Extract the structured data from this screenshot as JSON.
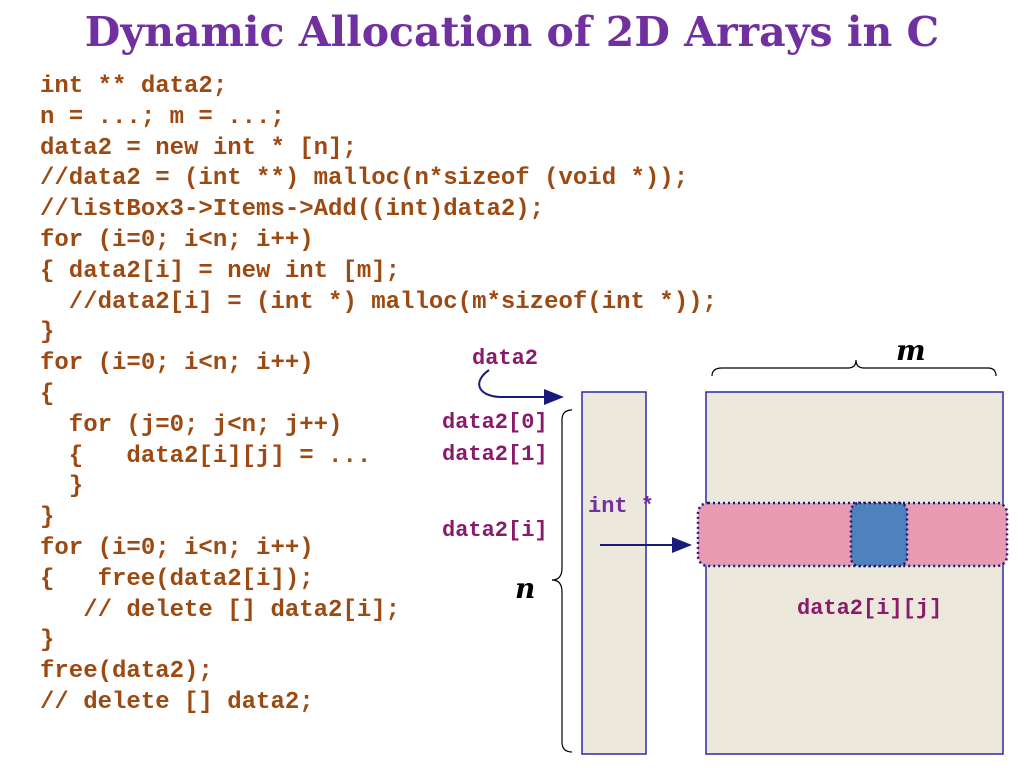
{
  "slide": {
    "title": "Dynamic Allocation of 2D Arrays in C",
    "code_lines": [
      "int ** data2;",
      "n = ...; m = ...;",
      "data2 = new int * [n];",
      "//data2 = (int **) malloc(n*sizeof (void *));",
      "//listBox3->Items->Add((int)data2);",
      "for (i=0; i<n; i++)",
      "{ data2[i] = new int [m];",
      "  //data2[i] = (int *) malloc(m*sizeof(int *));",
      "}",
      "for (i=0; i<n; i++)",
      "{",
      "  for (j=0; j<n; j++)",
      "  {   data2[i][j] = ...",
      "  }",
      "}",
      "for (i=0; i<n; i++)",
      "{   free(data2[i]);",
      "   // delete [] data2[i];",
      "}",
      "free(data2);",
      "// delete [] data2;"
    ]
  },
  "diagram": {
    "pointer_label": "data2",
    "row0_label": "data2[0]",
    "row1_label": "data2[1]",
    "rowi_label": "data2[i]",
    "type_label": "int *",
    "n_label": "n",
    "m_label": "m",
    "cell_label": "data2[i][j]"
  },
  "colors": {
    "title": "#7030a0",
    "code": "#9c4a12",
    "labels": "#8a1a6a",
    "array_fill": "#ede8dc",
    "array_border": "#2a2aa8",
    "row_fill": "#e89ab3",
    "cell_fill": "#4f81bd",
    "arrow": "#1a1a7a"
  }
}
